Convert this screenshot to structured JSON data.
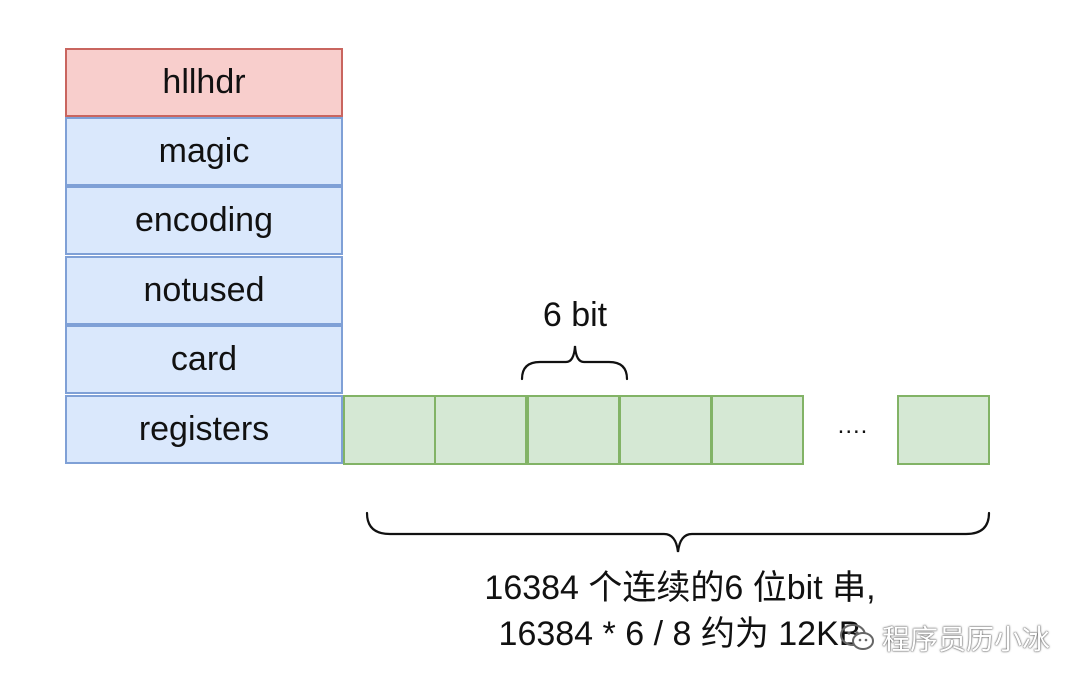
{
  "struct_fields": [
    {
      "label": "hllhdr",
      "role": "header"
    },
    {
      "label": "magic",
      "role": "field"
    },
    {
      "label": "encoding",
      "role": "field"
    },
    {
      "label": "notused",
      "role": "field"
    },
    {
      "label": "card",
      "role": "field"
    },
    {
      "label": "registers",
      "role": "field"
    }
  ],
  "register_bit_label": "6 bit",
  "ellipsis": "....",
  "description_line1": "16384 个连续的6 位bit 串,",
  "description_line2": "16384 * 6 / 8 约为 12KB",
  "watermark": "程序员历小冰",
  "colors": {
    "header_fill": "#f8cecc",
    "header_border": "#c9655f",
    "field_fill": "#dae8fc",
    "field_border": "#7fa0d6",
    "register_fill": "#d5e8d4",
    "register_border": "#82b366"
  }
}
